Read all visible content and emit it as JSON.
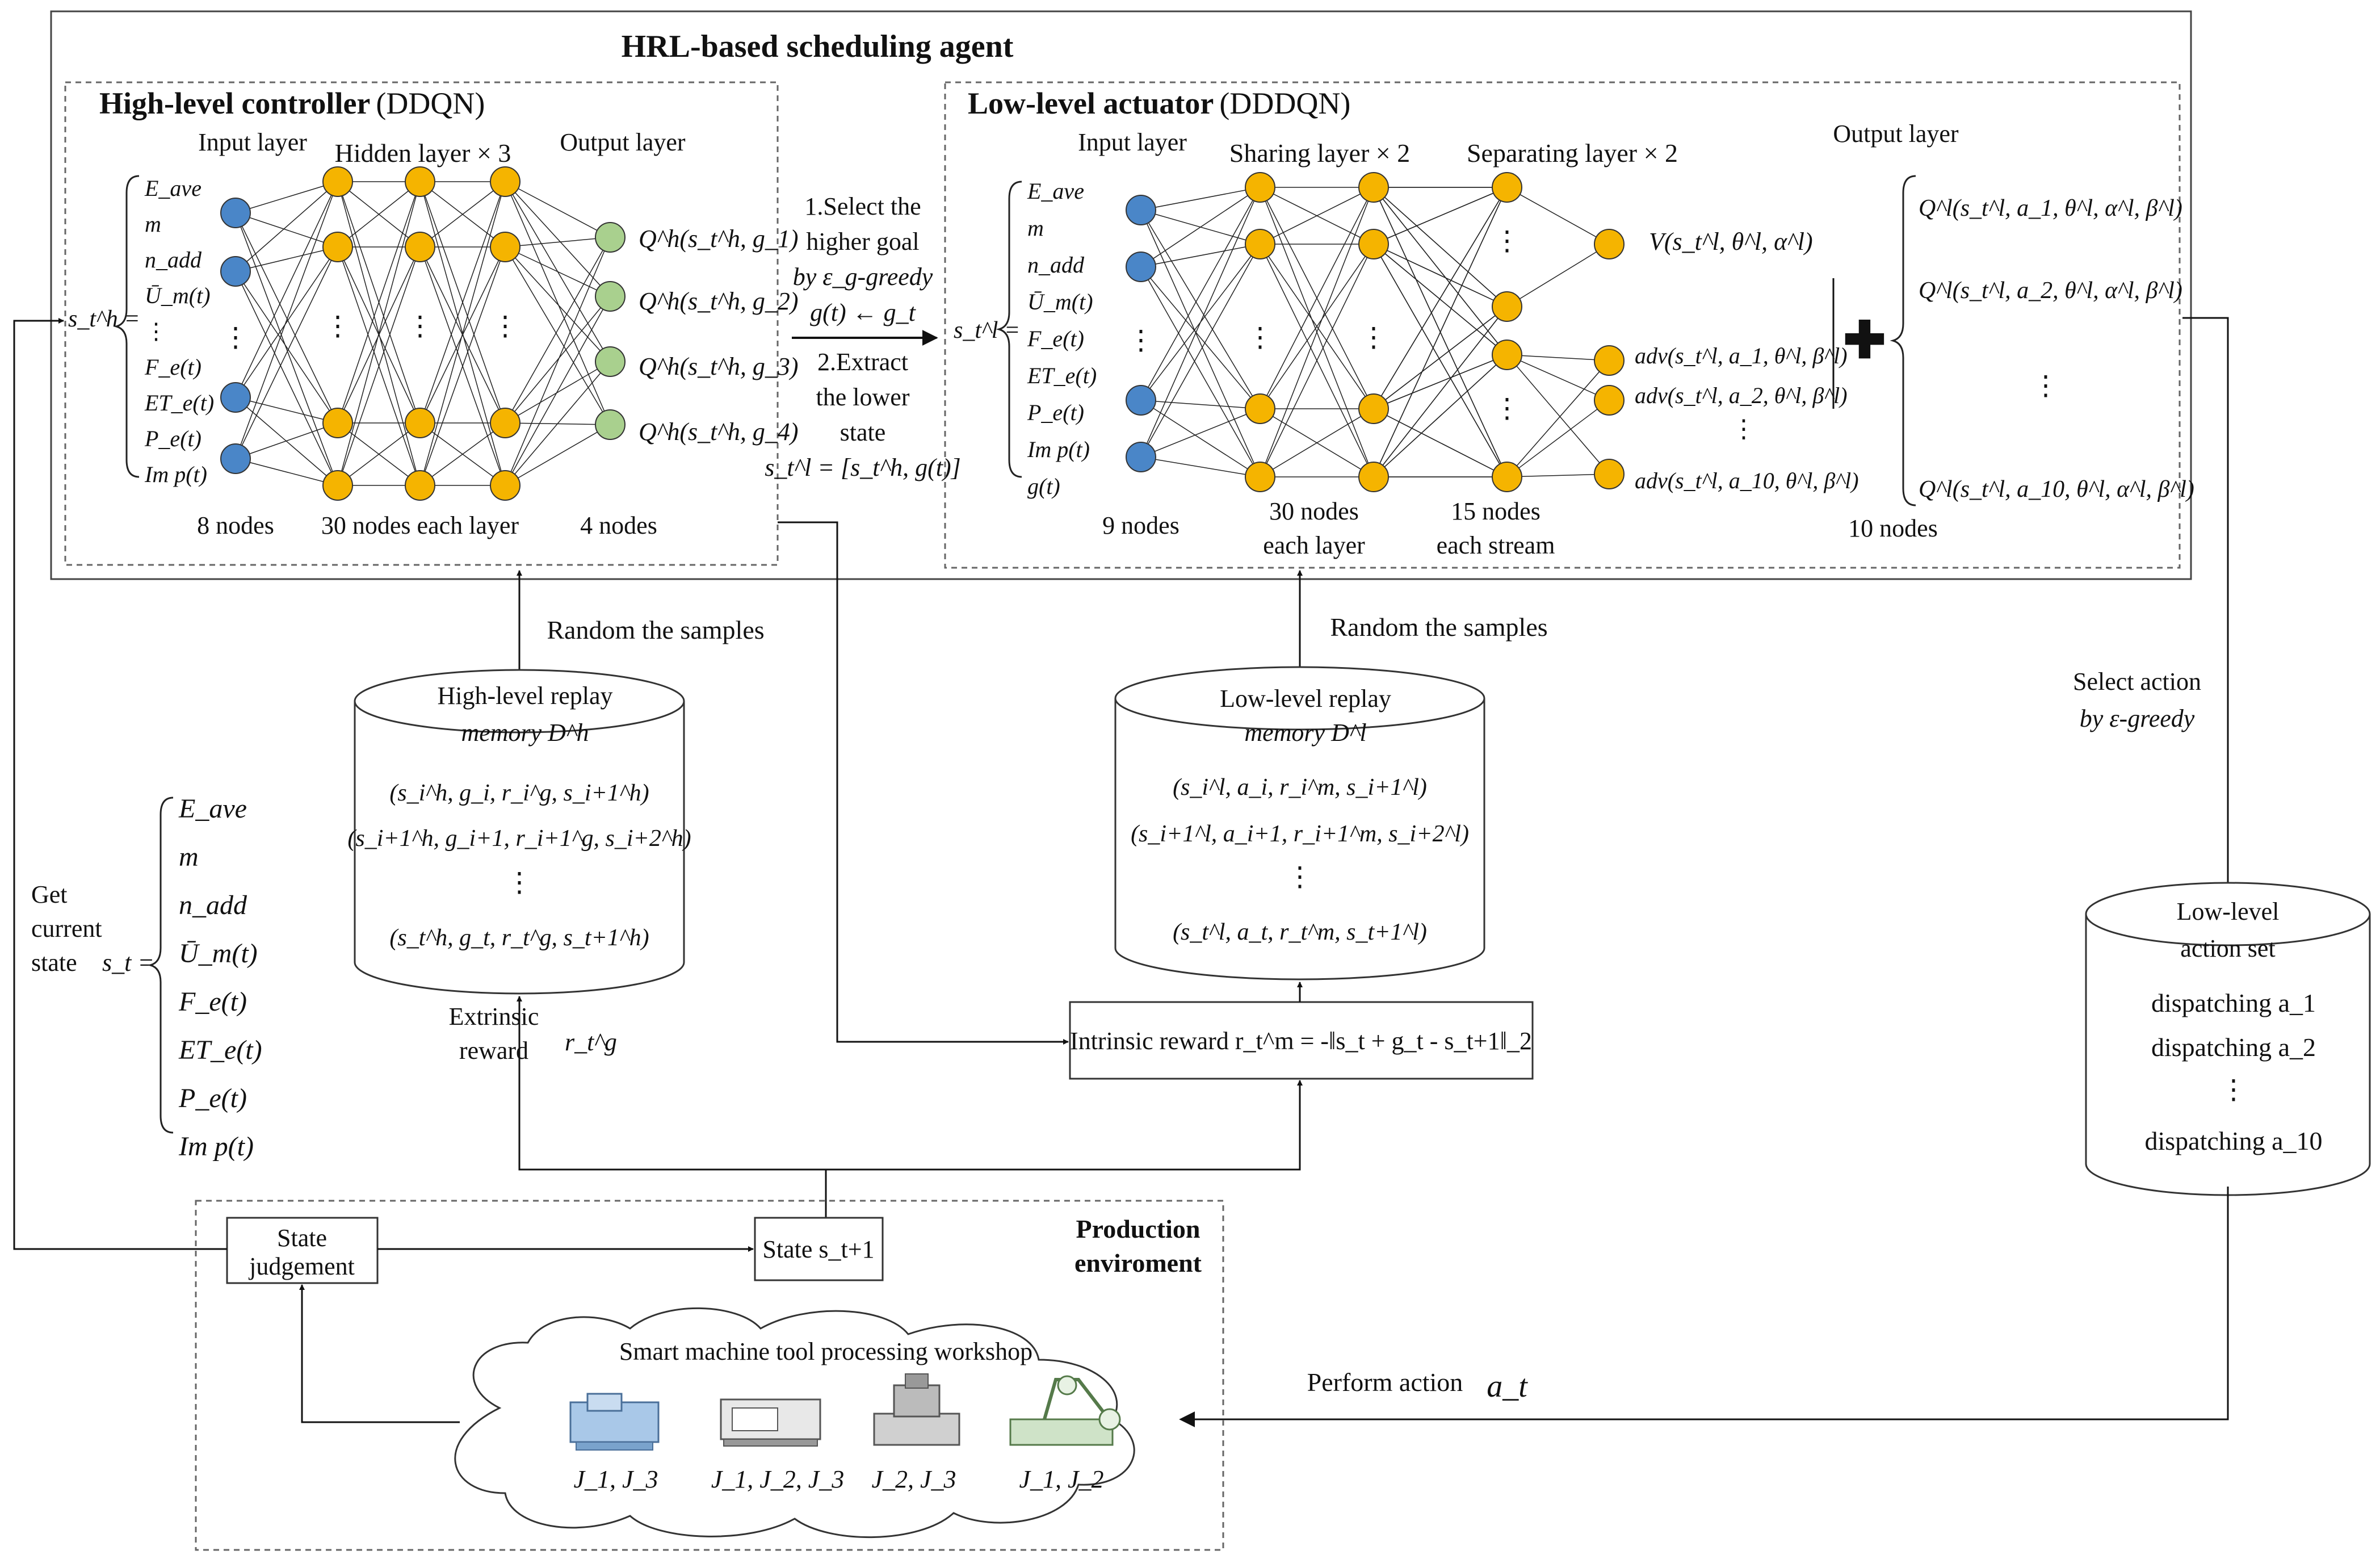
{
  "agent": {
    "title": "HRL-based scheduling agent"
  },
  "high_level": {
    "title": "High-level controller",
    "algo": "(DDQN)",
    "input_layer": "Input layer",
    "hidden_layer": "Hidden layer × 3",
    "output_layer": "Output layer",
    "state_symbol": "s_t^h =",
    "state_items": [
      "E_ave",
      "m",
      "n_add",
      "Ū_m(t)",
      "⋮",
      "F_e(t)",
      "ET_e(t)",
      "P_e(t)",
      "Im p(t)"
    ],
    "outputs": [
      "Q^h(s_t^h, g_1)",
      "Q^h(s_t^h, g_2)",
      "Q^h(s_t^h, g_3)",
      "Q^h(s_t^h, g_4)"
    ],
    "nodes_input": "8 nodes",
    "nodes_hidden": "30 nodes each layer",
    "nodes_output": "4 nodes"
  },
  "middle": {
    "step1": [
      "1.Select the",
      "higher goal",
      "by ε_g-greedy",
      "g(t) ← g_t"
    ],
    "step2": [
      "2.Extract",
      "the lower",
      "state",
      "s_t^l = [s_t^h, g(t)]"
    ]
  },
  "low_level": {
    "title": "Low-level actuator",
    "algo": "(DDDQN)",
    "input_layer": "Input layer",
    "sharing_layer": "Sharing layer × 2",
    "separating_layer": "Separating layer × 2",
    "output_layer": "Output layer",
    "state_symbol": "s_t^l =",
    "state_items": [
      "E_ave",
      "m",
      "n_add",
      "Ū_m(t)",
      "F_e(t)",
      "ET_e(t)",
      "P_e(t)",
      "Im p(t)",
      "g(t)"
    ],
    "value": "V(s_t^l, θ^l, α^l)",
    "advantages": [
      "adv(s_t^l, a_1, θ^l, β^l)",
      "adv(s_t^l, a_2, θ^l, β^l)",
      "⋮",
      "adv(s_t^l, a_10, θ^l, β^l)"
    ],
    "plus": "✚",
    "outputs": [
      "Q^l(s_t^l, a_1, θ^l, α^l, β^l)",
      "Q^l(s_t^l, a_2, θ^l, α^l, β^l)",
      "⋮",
      "Q^l(s_t^l, a_10, θ^l, α^l, β^l)"
    ],
    "nodes_input": "9 nodes",
    "nodes_sharing": [
      "30 nodes",
      "each layer"
    ],
    "nodes_separating": [
      "15 nodes",
      "each stream"
    ],
    "nodes_output": "10 nodes"
  },
  "memory": {
    "random_samples_left": "Random the samples",
    "random_samples_right": "Random the samples",
    "high_title": [
      "High-level replay",
      "memory D^h"
    ],
    "high_rows": [
      "(s_i^h, g_i, r_i^g, s_i+1^h)",
      "(s_i+1^h, g_i+1, r_i+1^g, s_i+2^h)",
      "⋮",
      "(s_t^h, g_t, r_t^g, s_t+1^h)"
    ],
    "low_title": [
      "Low-level replay",
      "memory D^l"
    ],
    "low_rows": [
      "(s_i^l, a_i, r_i^m, s_i+1^l)",
      "(s_i+1^l, a_i+1, r_i+1^m, s_i+2^l)",
      "⋮",
      "(s_t^l, a_t, r_t^m, s_t+1^l)"
    ]
  },
  "state_block": {
    "label": [
      "Get",
      "current",
      "state"
    ],
    "symbol": "s_t =",
    "items": [
      "E_ave",
      "m",
      "n_add",
      "Ū_m(t)",
      "F_e(t)",
      "ET_e(t)",
      "P_e(t)",
      "Im p(t)"
    ]
  },
  "rewards": {
    "extrinsic": [
      "Extrinsic",
      "reward"
    ],
    "extrinsic_symbol": "r_t^g",
    "intrinsic": "Intrinsic reward  r_t^m = -‖s_t + g_t - s_t+1‖_2"
  },
  "action": {
    "select": [
      "Select action",
      "by ε-greedy"
    ],
    "set_title": [
      "Low-level",
      "action set"
    ],
    "set_items": [
      "dispatching a_1",
      "dispatching a_2",
      "⋮",
      "dispatching a_10"
    ],
    "perform": "Perform action",
    "perform_symbol": "a_t"
  },
  "environment": {
    "title": [
      "Production",
      "enviroment"
    ],
    "state_judgement": [
      "State",
      "judgement"
    ],
    "state_next": "State  s_t+1",
    "workshop": "Smart machine tool processing workshop",
    "machines": [
      "J_1, J_3",
      "J_1, J_2, J_3",
      "J_2, J_3",
      "J_1, J_2"
    ]
  },
  "colors": {
    "input_node": "#4a86c8",
    "hidden_node": "#f5b400",
    "output_node": "#a9d08e",
    "line": "#222222",
    "dash": "#666666"
  }
}
